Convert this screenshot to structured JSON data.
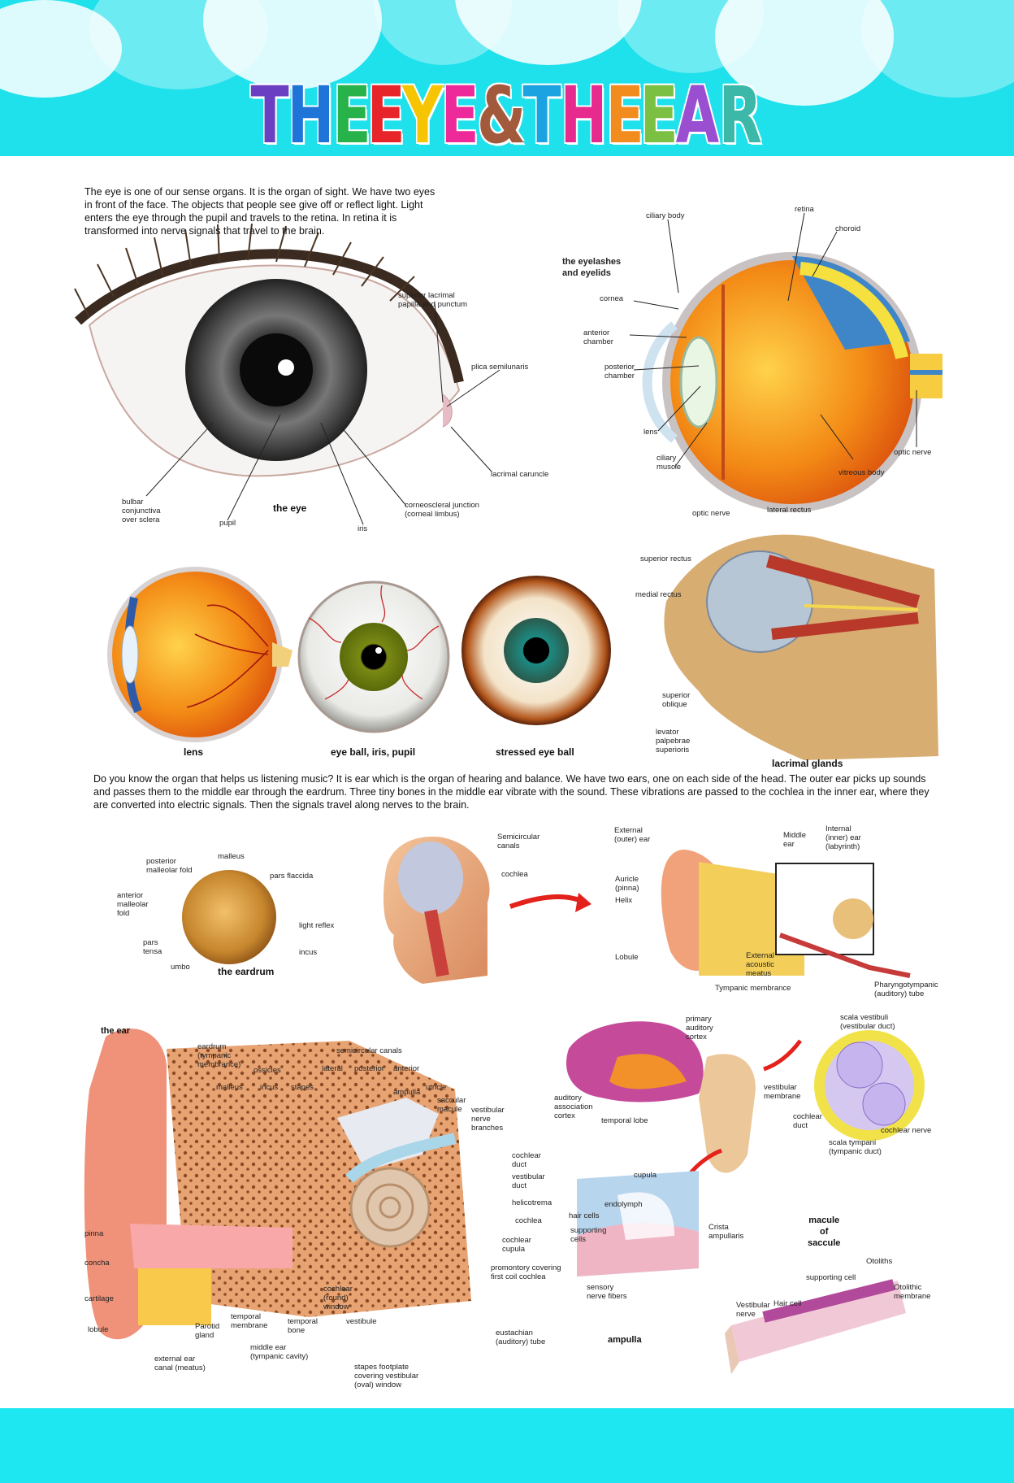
{
  "title_letters": [
    {
      "ch": "T",
      "color": "#6a3fc1"
    },
    {
      "ch": "H",
      "color": "#1f74d8"
    },
    {
      "ch": "E",
      "color": "#27b24a"
    },
    {
      "ch": " ",
      "color": "#ffffff"
    },
    {
      "ch": "E",
      "color": "#e8242b"
    },
    {
      "ch": "Y",
      "color": "#f6c400"
    },
    {
      "ch": "E",
      "color": "#ee2a9a"
    },
    {
      "ch": " ",
      "color": "#ffffff"
    },
    {
      "ch": "&",
      "color": "#a35a3c"
    },
    {
      "ch": " ",
      "color": "#ffffff"
    },
    {
      "ch": "T",
      "color": "#1aa3e0"
    },
    {
      "ch": "H",
      "color": "#e72a8e"
    },
    {
      "ch": "E",
      "color": "#f28c1e"
    },
    {
      "ch": " ",
      "color": "#ffffff"
    },
    {
      "ch": "E",
      "color": "#7bc043"
    },
    {
      "ch": "A",
      "color": "#9a4fd1"
    },
    {
      "ch": "R",
      "color": "#3cb8a8"
    }
  ],
  "colors": {
    "header": "#1fe1ec",
    "footer": "#1fe7f2"
  },
  "eye_intro": "The eye is one of our sense organs. It is the organ of sight. We have two eyes in front of the face. The objects that people see give off or reflect light. Light enters the eye through the pupil and travels to the retina. In retina it is transformed into nerve signals that travel to the brain.",
  "ear_intro": "Do you know the organ that helps us listening music? It is ear which is the organ of hearing and balance. We have two ears, one on each side of the head. The outer ear picks up sounds and passes them to the middle ear through the eardrum. Three tiny bones in the middle ear vibrate with the sound. These vibrations are passed to the cochlea in the inner ear, where they are converted into electric signals. Then the signals travel along nerves to the brain.",
  "the_eye": {
    "caption": "the eye",
    "labels": {
      "superior_lacrimal": "superior lacrimal\npapilla and punctum",
      "plica": "plica semilunaris",
      "lacrimal_caruncle": "lacrimal caruncle",
      "corneoscleral": "corneoscleral junction\n(corneal limbus)",
      "iris": "iris",
      "pupil": "pupil",
      "bulbar": "bulbar\nconjunctiva\nover sclera"
    }
  },
  "eye_section": {
    "labels": {
      "ciliary_body": "ciliary body",
      "retina": "retina",
      "choroid": "choroid",
      "eyelashes": "the eyelashes\nand eyelids",
      "cornea": "cornea",
      "anterior_chamber": "anterior\nchamber",
      "posterior_chamber": "posterior\nchamber",
      "lens": "lens",
      "ciliary_muscle": "ciliary\nmuscle",
      "optic_nerve": "optic nerve",
      "vitreous_body": "vitreous body"
    }
  },
  "eyeballs": {
    "lens": "lens",
    "iris_pupil": "eye ball, iris, pupil",
    "stressed": "stressed eye ball"
  },
  "orbit": {
    "caption": "lacrimal glands",
    "labels": {
      "optic_nerve": "optic nerve",
      "lateral_rectus": "lateral rectus",
      "superior_rectus": "superior rectus",
      "medial_rectus": "medial rectus",
      "superior_oblique": "superior\noblique",
      "levator": "levator\npalpebrae\nsuperioris"
    }
  },
  "eardrum": {
    "caption": "the eardrum",
    "labels": {
      "malleus": "malleus",
      "posterior_fold": "posterior\nmalleolar fold",
      "pars_flaccida": "pars flaccida",
      "anterior_fold": "anterior\nmalleolar\nfold",
      "light_reflex": "light reflex",
      "pars_tensa": "pars\ntensa",
      "incus": "incus",
      "umbo": "umbo"
    }
  },
  "head": {
    "labels": {
      "semicircular": "Semicircular\ncanals",
      "cochlea": "cochlea"
    }
  },
  "ear_overview": {
    "labels": {
      "external": "External\n(outer) ear",
      "middle": "Middle\near",
      "internal": "Internal\n(inner) ear\n(labyrinth)",
      "auricle": "Auricle\n(pinna)",
      "helix": "Helix",
      "lobule": "Lobule",
      "eam": "External\nacoustic\nmeatus",
      "tympanic": "Tympanic membrance",
      "pharyngo": "Pharyngotympanic\n(auditory) tube"
    }
  },
  "the_ear": {
    "caption": "the ear",
    "labels": {
      "eardrum": "eardrum\n(tympanic\nmembrance)",
      "ossicles": "ossicles",
      "malleus": "malleus",
      "incus": "incus",
      "stapes": "stapes",
      "semicircular": "semicircular canals",
      "lateral": "lateral",
      "posterior": "posterior",
      "anterior": "anterior",
      "ampulla": "ampulla",
      "utricle": "utricle",
      "saccular": "saccular\nmacule",
      "vestibular_nerve": "vestibular\nnerve\nbranches",
      "cochlear_duct": "cochlear\nduct",
      "vestibular_duct": "vestibular\nduct",
      "helicotrema": "helicotrema",
      "cochlea": "cochlea",
      "cochlear_cupula": "cochlear\ncupula",
      "promontory": "promontory covering\nfirst coil cochlea",
      "pinna": "pinna",
      "concha": "concha",
      "cartilage": "cartilage",
      "lobule": "lobule",
      "external_canal": "external ear\ncanal (meatus)",
      "parotid": "Parotid\ngland",
      "temporal_membrane": "temporal\nmembrane",
      "middle_ear": "middle ear\n(tympanic cavity)",
      "temporal_bone": "temporal\nbone",
      "round_window": "cochlear\n(round)\nwindow",
      "vestibule": "vestibule",
      "stapes_footplate": "stapes footplate\ncovering vestibular\n(oval) window",
      "eustachian": "eustachian\n(auditory) tube"
    }
  },
  "brain": {
    "labels": {
      "primary": "primary\nauditory\ncortex",
      "association": "auditory\nassociation\ncortex",
      "temporal": "temporal lobe"
    }
  },
  "cochlea_section": {
    "labels": {
      "scala_vestibuli": "scala vestibuli\n(vestibular duct)",
      "vestibular_membrane": "vestibular\nmembrane",
      "cochlear_duct": "cochlear\nduct",
      "cochlear_nerve": "cochlear nerve",
      "scala_tympani": "scala tympani\n(tympanic duct)"
    }
  },
  "ampulla": {
    "caption": "ampulla",
    "labels": {
      "cupula": "cupula",
      "endolymph": "endolymph",
      "hair_cells": "hair cells",
      "supporting": "supporting\ncells",
      "crista": "Crista\nampullaris",
      "sensory": "sensory\nnerve fibers"
    }
  },
  "macule": {
    "caption": "macule\nof\nsaccule",
    "labels": {
      "otoliths": "Otoliths",
      "supporting_cell": "supporting cell",
      "otolithic": "Otolithic\nmembrane",
      "vestibular_nerve": "Vestibular\nnerve",
      "hair_cell": "Hair cell"
    }
  }
}
